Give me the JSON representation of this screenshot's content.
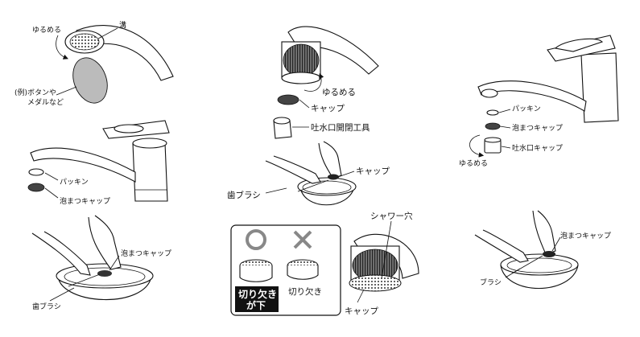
{
  "panels": {
    "p1": {
      "loosen": "ゆるめる",
      "groove": "溝",
      "example": "(例)ボタンや",
      "example2": "メダルなど"
    },
    "p2": {
      "packing": "パッキン",
      "foam_cap": "泡まつキャップ"
    },
    "p3": {
      "foam_cap": "泡まつキャップ",
      "toothbrush": "歯ブラシ"
    },
    "p4": {
      "loosen": "ゆるめる",
      "cap": "キャップ",
      "tool": "吐水口開閉工具"
    },
    "p5": {
      "cap": "キャップ",
      "toothbrush": "歯ブラシ"
    },
    "p6": {
      "good_mark": "○",
      "bad_mark": "×",
      "notch_down_1": "切り欠き",
      "notch_down_2": "が下",
      "notch": "切り欠き",
      "shower_hole": "シャワー穴",
      "cap": "キャップ"
    },
    "p7": {
      "packing": "パッキン",
      "foam_cap": "泡まつキャップ",
      "spout_cap": "吐水口キャップ",
      "loosen": "ゆるめる"
    },
    "p8": {
      "foam_cap": "泡まつキャップ",
      "brush": "ブラシ"
    }
  }
}
